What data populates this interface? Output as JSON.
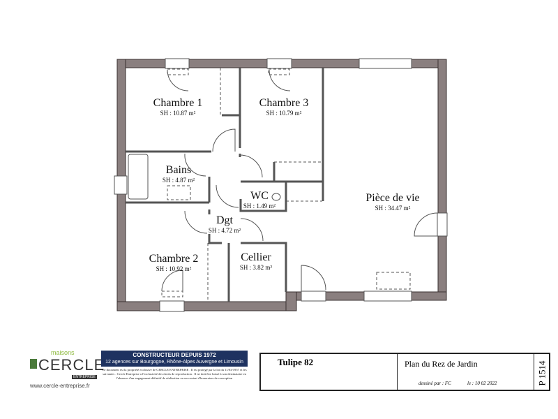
{
  "plan": {
    "rooms": [
      {
        "name": "Chambre 1",
        "area": "SH : 10.87 m²"
      },
      {
        "name": "Chambre 3",
        "area": "SH : 10.79 m²"
      },
      {
        "name": "Bains",
        "area": "SH : 4.87 m²"
      },
      {
        "name": "WC",
        "area": "SH : 1.49 m²"
      },
      {
        "name": "Pièce de vie",
        "area": "SH : 34.47 m²"
      },
      {
        "name": "Dgt",
        "area": "SH : 4.72 m²"
      },
      {
        "name": "Chambre 2",
        "area": "SH : 10.92 m²"
      },
      {
        "name": "Cellier",
        "area": "SH : 3.82 m²"
      }
    ],
    "colors": {
      "wall": "#8a7f7f",
      "brand_band": "#1e3260",
      "brand_green": "#8bb83a"
    }
  },
  "logo": {
    "maisons": "maisons",
    "brand": "CERCLE",
    "entreprise": "ENTREPRISE",
    "url": "www.cercle-entreprise.fr",
    "tagline": "CONSTRUCTEUR DEPUIS 1972",
    "agencies": "12 agences sur Bourgogne, Rhône-Alpes Auvergne et Limousin",
    "legal": "Ce document est la propriété exclusive de CERCLE ENTREPRISE . Il est protégé par la loi du 11/03/1957 et les suivantes . Cercle Entreprise a l'exclusivité des droits de reproduction . Il ne doit être laissé à son destinataire en l'absence d'un engagement définitif de réalisation ou un contrat d'honoraires de conception"
  },
  "title_block": {
    "project": "Tulipe 82",
    "plan_name": "Plan du Rez de Jardin",
    "drawn_by": "dessiné par : FC",
    "date": "le : 10 02 2022",
    "reference": "P 1514"
  }
}
